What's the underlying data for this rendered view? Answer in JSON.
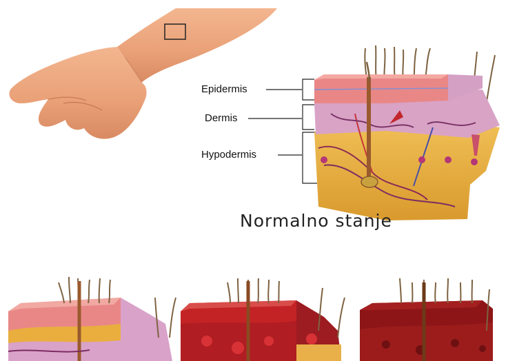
{
  "labels": {
    "epidermis": "Epidermis",
    "dermis": "Dermis",
    "hypodermis": "Hypodermis"
  },
  "caption": "Normalno stanje",
  "panels": [
    {
      "id": "normal",
      "layer_colors": {
        "top": "#e98787",
        "middle": "#d7a3c5",
        "bottom": "#e8ae3f"
      }
    },
    {
      "id": "burn-1",
      "layer_colors": {
        "top": "#d85050",
        "middle": "#d9a2c9",
        "bottom": "#e9b04a"
      }
    },
    {
      "id": "burn-2",
      "layer_colors": {
        "top": "#c21e1e",
        "middle": "#b51f25",
        "bottom": "#e9b04a"
      }
    },
    {
      "id": "burn-3",
      "layer_colors": {
        "top": "#8d1517",
        "middle": "#9c1c1c",
        "bottom": "#c8742c"
      }
    }
  ]
}
